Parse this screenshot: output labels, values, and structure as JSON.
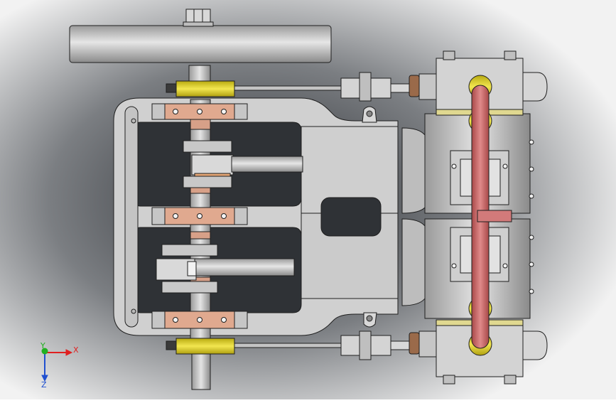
{
  "viewport": {
    "background_light": "#f2f2f2",
    "background_shadow": "#2b2e33"
  },
  "model": {
    "colors": {
      "steel": "#c9c9c9",
      "steel_dark": "#8d8d8d",
      "frame": "#d0d0d0",
      "bronze": "#e0a98f",
      "brass": "#e3d521",
      "steam_pipe": "#c86868",
      "outline": "#1f1f1f",
      "accent_blue": "#4aa0dd"
    },
    "parts": [
      "flywheel",
      "flywheel-nut",
      "crankshaft",
      "main-bearings",
      "connecting-rods",
      "pistons",
      "eccentric-rods",
      "cylinders",
      "valve-chests",
      "steam-pipe",
      "base-frame"
    ]
  },
  "triad": {
    "x_label": "X",
    "y_label": "Y",
    "z_label": "Z",
    "x_color": "#e02020",
    "y_color": "#20b020",
    "z_color": "#2050d0"
  }
}
